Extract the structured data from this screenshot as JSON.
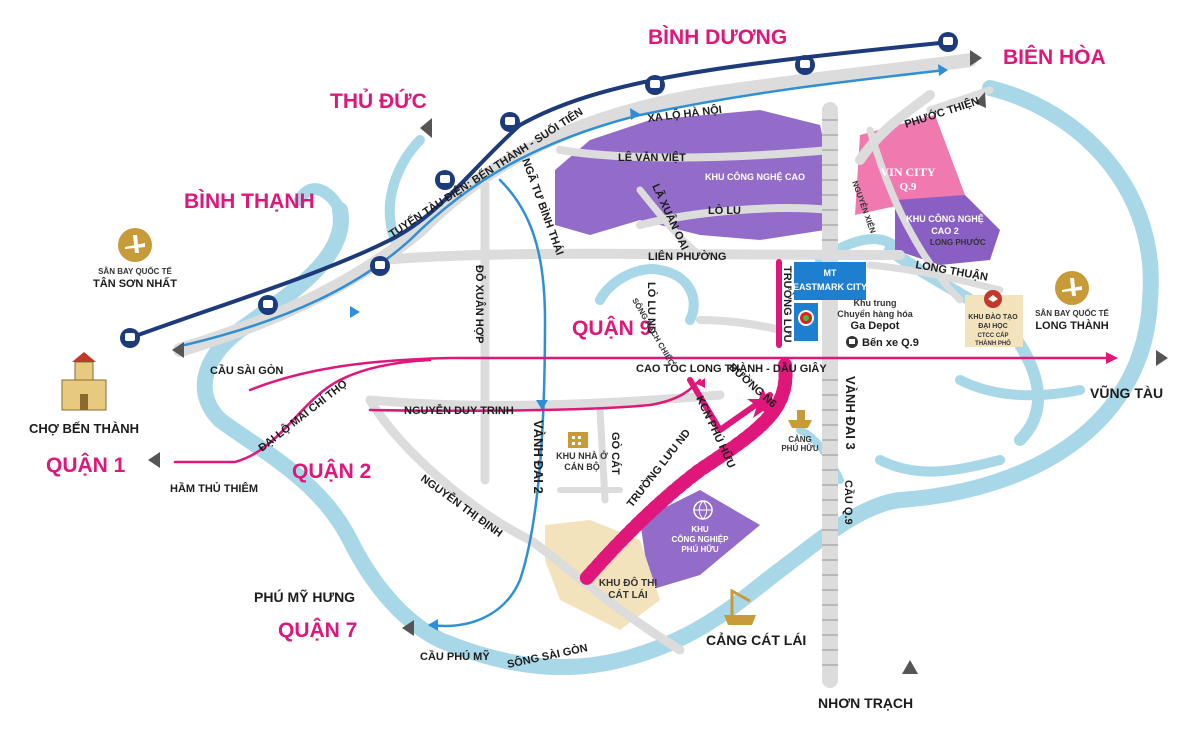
{
  "districts": {
    "binh_duong": "BÌNH DƯƠNG",
    "bien_hoa": "BIÊN HÒA",
    "thu_duc": "THỦ ĐỨC",
    "binh_thanh": "BÌNH THẠNH",
    "quan_9": "QUẬN 9",
    "quan_1": "QUẬN 1",
    "quan_2": "QUẬN 2",
    "quan_7": "QUẬN 7",
    "phu_my_hung": "PHÚ MỸ HƯNG",
    "vung_tau": "VŨNG TÀU",
    "nhon_trach": "NHƠN TRẠCH"
  },
  "roads": {
    "metro": "TUYẾN TÀU ĐIỆN: BẾN THÀNH - SUỐI TIÊN",
    "xa_lo_ha_noi": "XA LỘ HÀ NỘI",
    "le_van_viet": "LÊ VĂN VIỆT",
    "lo_lu": "LÒ LU",
    "la_xuan_oai": "LÃ XUÂN OAI",
    "lien_phuong": "LIÊN PHƯỜNG",
    "nga_tu_binh_thai": "NGÃ TƯ BÌNH THÁI",
    "do_xuan_hop": "ĐỖ XUÂN HỢP",
    "lo_lu_nd": "LÒ LU ND",
    "rach_chiec": "SÔNG RẠCH CHIẾC",
    "truong_luu": "TRƯỜNG LƯU",
    "cao_toc": "CAO TỐC LONG THÀNH - DẦU GIÂY",
    "nguyen_duy_trinh": "NGUYỄN DUY TRINH",
    "mai_chi_tho": "ĐẠI LỘ MAI CHÍ THỌ",
    "ham_thu_thiem": "HẦM THỦ THIÊM",
    "nguyen_thi_dinh": "NGUYỄN THỊ ĐỊNH",
    "vanh_dai_2": "VÀNH ĐAI 2",
    "go_cat": "GÒ CÁT",
    "duong_n6": "ĐƯỜNG N6",
    "kcn_phu_huu": "KCN PHÚ HỮU",
    "truong_luu_nd": "TRƯỜNG LƯU ND",
    "vanh_dai_3": "VÀNH ĐAI 3",
    "cau_q9": "CẦU Q.9",
    "phuoc_thien": "PHƯỚC THIỆN",
    "nguyen_xien": "NGUYỄN XIỂN",
    "long_thuan": "LONG THUẬN",
    "long_phuoc": "LONG PHƯỚC",
    "cau_sai_gon": "CẦU SÀI GÒN",
    "cau_phu_my": "CẦU PHÚ MỸ",
    "song_sai_gon": "SÔNG SÀI GÒN"
  },
  "places": {
    "tsn_label": "SÂN BAY QUỐC TẾ",
    "tsn_name": "TÂN SƠN NHẤT",
    "lt_label": "SÂN BAY QUỐC TẾ",
    "lt_name": "LONG THÀNH",
    "cho_ben_thanh": "CHỢ BẾN THÀNH",
    "khu_cnc": "KHU CÔNG NGHỆ CAO",
    "vin_city": "VIN CITY",
    "vin_city_q9": "Q.9",
    "khu_cnc2_a": "KHU CÔNG NGHỆ",
    "khu_cnc2_b": "CAO 2",
    "project_a": "MT",
    "project_b": "EASTMARK CITY",
    "ga_depot_a": "Khu trung",
    "ga_depot_b": "Chuyển hàng hóa",
    "ga_depot_c": "Ga Depot",
    "ben_xe": "Bến xe Q.9",
    "dao_tao_a": "KHU ĐÀO TẠO",
    "dao_tao_b": "ĐẠI HỌC",
    "dao_tao_c": "CTCC CẤP",
    "dao_tao_d": "THÀNH PHỐ",
    "nha_o_a": "KHU NHÀ Ở",
    "nha_o_b": "CÁN BỘ",
    "cang_phu_huu_a": "CẢNG",
    "cang_phu_huu_b": "PHÚ HỮU",
    "kcn_phu_huu_a": "KHU",
    "kcn_phu_huu_b": "CÔNG NGHIỆP",
    "kcn_phu_huu_c": "PHÚ HỮU",
    "cat_lai_a": "KHU ĐÔ THỊ",
    "cat_lai_b": "CÁT LÁI",
    "cang_cat_lai": "CẢNG CÁT LÁI"
  },
  "colors": {
    "river": "#a8d8e8",
    "road": "#dcdcdc",
    "pink": "#e0177a",
    "purple": "#8a5fc4",
    "vin": "#f07ab0",
    "navy": "#1d3a7a",
    "blue": "#2f8fd6",
    "sand": "#f3e3bd"
  }
}
